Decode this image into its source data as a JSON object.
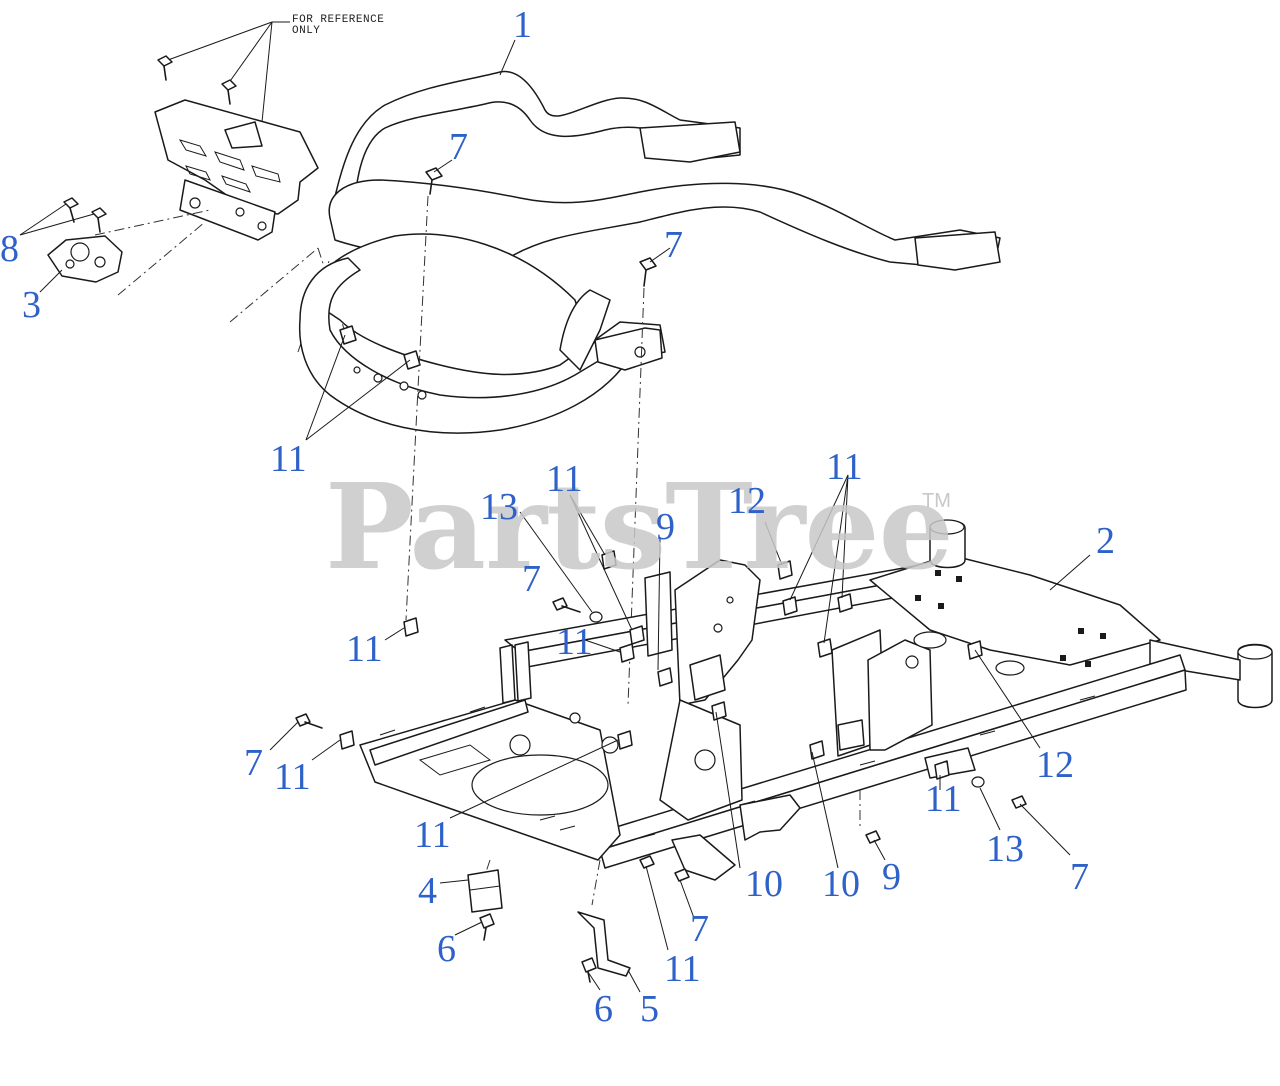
{
  "note": {
    "line1": "FOR REFERENCE",
    "line2": "ONLY"
  },
  "watermark": {
    "text": "PartsTree",
    "trademark": "TM"
  },
  "callouts": [
    "1",
    "2",
    "3",
    "4",
    "5",
    "6",
    "6",
    "7",
    "7",
    "7",
    "7",
    "7",
    "7",
    "8",
    "9",
    "9",
    "10",
    "10",
    "11",
    "11",
    "11",
    "11",
    "11",
    "11",
    "11",
    "11",
    "11",
    "12",
    "12",
    "13",
    "13"
  ],
  "colors": {
    "callout": "#2f62c9",
    "linework": "#1a1a1a",
    "watermark": "#c8c8c8"
  }
}
